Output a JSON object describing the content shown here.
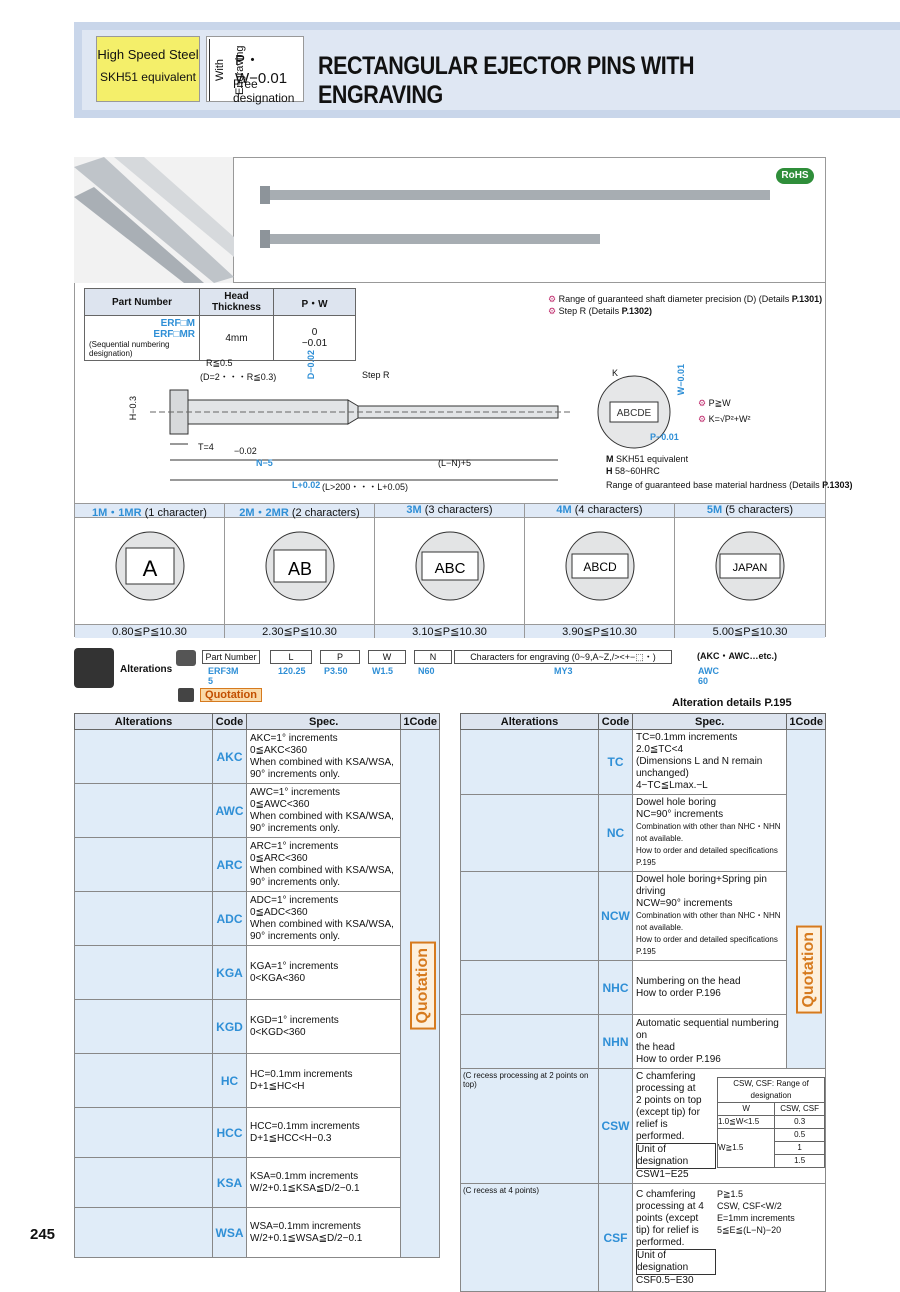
{
  "header": {
    "material_line1": "High Speed Steel",
    "material_line2": "SKH51 equivalent",
    "engraving_vertical": "With Engraving",
    "tolerance_pw": "P・W−0.01",
    "tolerance_upper": "0",
    "free_designation": "Free designation",
    "title": "RECTANGULAR EJECTOR PINS WITH ENGRAVING"
  },
  "rohs": "RoHS",
  "spec_table": {
    "headers": [
      "Part Number",
      "Head Thickness",
      "P・W"
    ],
    "pn1": "ERF□M",
    "pn2": "ERF□MR",
    "pn_note": "(Sequential numbering designation)",
    "thickness": "4mm",
    "tol_top": "0",
    "tol_bottom": "−0.01"
  },
  "notes": {
    "range_precision": "Range of guaranteed shaft diameter precision (D) (Details",
    "range_precision_page": "P.1301)",
    "step_r": "Step R (Details",
    "step_r_page": "P.1302)",
    "p_ge_w": "P≧W",
    "k_formula": "K=√P²+W²",
    "material": "SKH51 equivalent",
    "hardness": "58~60HRC",
    "hardness_range": "Range of guaranteed base material hardness (Details",
    "hardness_page": "P.1303)"
  },
  "drawing": {
    "r_label": "R≦0.5",
    "r_detail": "(D=2・・・R≦0.3)",
    "step_r": "Step R",
    "t_label": "T=4",
    "t_tol": "−0.02",
    "h_label": "H−0.3",
    "d_label": "D−0.02",
    "n_label": "N−5",
    "ln_label": "(L−N)+5",
    "l_label": "L+0.02",
    "l_detail": "(L>200・・・L+0.05)",
    "k_label": "K",
    "w_label": "W−0.01",
    "p_label": "P−0.01",
    "engr_text": "ABCDE"
  },
  "char_cols": [
    {
      "head": "1M・1MR",
      "sub": "(1 character)",
      "glyph": "A",
      "range": "0.80≦P≦10.30"
    },
    {
      "head": "2M・2MR",
      "sub": "(2 characters)",
      "glyph": "AB",
      "range": "2.30≦P≦10.30"
    },
    {
      "head": "3M",
      "sub": "(3 characters)",
      "glyph": "ABC",
      "range": "3.10≦P≦10.30"
    },
    {
      "head": "4M",
      "sub": "(4 characters)",
      "glyph": "ABCD",
      "range": "3.90≦P≦10.30"
    },
    {
      "head": "5M",
      "sub": "(5 characters)",
      "glyph": "JAPAN",
      "range": "5.00≦P≦10.30"
    }
  ],
  "alterations_bar": {
    "label": "Alterations",
    "boxes": [
      "Part Number",
      "L",
      "P",
      "W",
      "N",
      "Characters for engraving (0~9,A~Z,/><+−⬚・)",
      "(AKC・AWC…etc.)"
    ],
    "values": [
      "ERF3M 5",
      "120.25",
      "P3.50",
      "W1.5",
      "N60",
      "MY3",
      "AWC 60"
    ],
    "quotation": "Quotation",
    "details": "Alteration details",
    "details_page": "P.195"
  },
  "left_table": {
    "headers": [
      "Alterations",
      "Code",
      "Spec.",
      "1Code"
    ],
    "rows": [
      {
        "code": "AKC",
        "spec": [
          "AKC=1° increments",
          "0≦AKC<360",
          "When combined with KSA/WSA,",
          "90° increments only."
        ]
      },
      {
        "code": "AWC",
        "spec": [
          "AWC=1° increments",
          "0≦AWC<360",
          "When combined with KSA/WSA,",
          "90° increments only."
        ]
      },
      {
        "code": "ARC",
        "spec": [
          "ARC=1° increments",
          "0≦ARC<360",
          "When combined with KSA/WSA,",
          "90° increments only."
        ]
      },
      {
        "code": "ADC",
        "spec": [
          "ADC=1° increments",
          "0≦ADC<360",
          "When combined with KSA/WSA,",
          "90° increments only."
        ]
      },
      {
        "code": "KGA",
        "spec": [
          "KGA=1° increments",
          "0<KGA<360"
        ]
      },
      {
        "code": "KGD",
        "spec": [
          "KGD=1° increments",
          "0<KGD<360"
        ]
      },
      {
        "code": "HC",
        "spec": [
          "HC=0.1mm increments",
          "D+1≦HC<H"
        ]
      },
      {
        "code": "HCC",
        "spec": [
          "HCC=0.1mm increments",
          "D+1≦HCC<H−0.3"
        ]
      },
      {
        "code": "KSA",
        "spec": [
          "KSA=0.1mm increments",
          "W/2+0.1≦KSA≦D/2−0.1"
        ]
      },
      {
        "code": "WSA",
        "spec": [
          "WSA=0.1mm increments",
          "W/2+0.1≦WSA≦D/2−0.1"
        ]
      }
    ],
    "quotation": "Quotation"
  },
  "right_table": {
    "headers": [
      "Alterations",
      "Code",
      "Spec.",
      "1Code"
    ],
    "rows": [
      {
        "code": "TC",
        "spec": [
          "TC=0.1mm increments",
          "2.0≦TC<4",
          "(Dimensions L and N remain unchanged)",
          "4−TC≦Lmax.−L"
        ]
      },
      {
        "code": "NC",
        "spec": [
          "Dowel hole boring",
          "NC=90° increments",
          "Combination with other than NHC・NHN not available.",
          "How to order and detailed specifications P.195"
        ]
      },
      {
        "code": "NCW",
        "spec": [
          "Dowel hole boring+Spring pin driving",
          "NCW=90° increments",
          "Combination with other than NHC・NHN not available.",
          "How to order and detailed specifications P.195"
        ]
      },
      {
        "code": "NHC",
        "spec": [
          "Numbering on the head",
          "How to order P.196"
        ]
      },
      {
        "code": "NHN",
        "spec": [
          "Automatic sequential numbering on",
          "the head",
          "How to order P.196"
        ]
      },
      {
        "code": "CSW",
        "spec": [
          "C chamfering",
          "processing at",
          "2 points on top",
          "(except tip) for",
          "relief is performed.",
          "Unit of designation",
          "CSW1−E25"
        ]
      },
      {
        "code": "CSF",
        "spec": [
          "C chamfering",
          "processing at 4",
          "points (except",
          "tip) for relief is",
          "performed.",
          "Unit of designation",
          "CSF0.5−E30"
        ]
      }
    ],
    "csw_caption": "(C recess processing at 2 points on top)",
    "csf_caption": "(C recess at 4 points)",
    "csw_table_title": "CSW, CSF: Range of designation",
    "csw_table_head": [
      "W",
      "CSW, CSF"
    ],
    "csw_table_rows": [
      [
        "1.0≦W<1.5",
        "0.3"
      ],
      [
        "W≧1.5",
        "0.5"
      ],
      [
        "",
        "1"
      ],
      [
        "",
        "1.5"
      ]
    ],
    "csf_notes": [
      "P≧1.5",
      "CSW, CSF<W/2",
      "E=1mm increments",
      "5≦E≦(L−N)−20"
    ],
    "quotation": "Quotation"
  },
  "page_number": "245"
}
